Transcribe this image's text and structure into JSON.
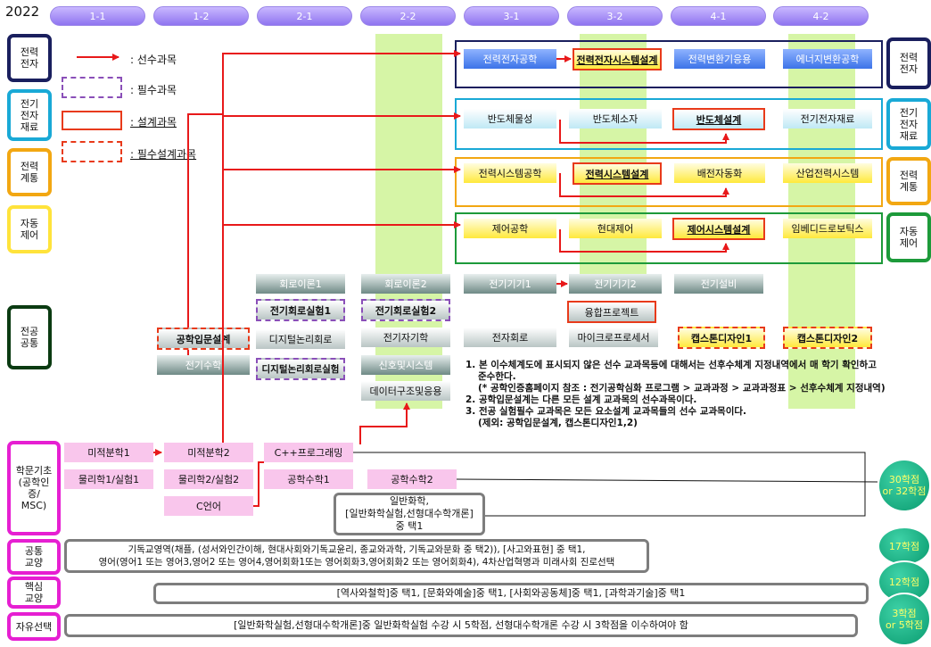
{
  "year": "2022",
  "semesters": [
    "1-1",
    "1-2",
    "2-1",
    "2-2",
    "3-1",
    "3-2",
    "4-1",
    "4-2"
  ],
  "legend": {
    "prereq": ": 선수과목",
    "required": ": 필수과목",
    "design": ": 설계과목",
    "required_design": ": 필수설계과목"
  },
  "left_labels": {
    "power_elec": "전력\n전자",
    "materials": "전기\n전자\n재료",
    "power_sys": "전력\n계통",
    "control": "자동\n제어",
    "major_common": "전공\n공통",
    "basic": "학문기초\n(공학인증/\nMSC)",
    "general": "공통\n교양",
    "core": "핵심\n교양",
    "free": "자유선택"
  },
  "right_labels": {
    "power_elec": "전력\n전자",
    "materials": "전기\n전자\n재료",
    "power_sys": "전력\n계통",
    "control": "자동\n제어"
  },
  "tracks": {
    "power_elec": [
      "전력전자공학",
      "전력전자시스템설계",
      "전력변환기응용",
      "에너지변환공학"
    ],
    "materials": [
      "반도체물성",
      "반도체소자",
      "반도체설계",
      "전기전자재료"
    ],
    "power_sys": [
      "전력시스템공학",
      "전력시스템설계",
      "배전자동화",
      "산업전력시스템"
    ],
    "control": [
      "제어공학",
      "현대제어",
      "제어시스템설계",
      "임베디드로보틱스"
    ]
  },
  "common": {
    "circuit1": "회로이론1",
    "circuit2": "회로이론2",
    "machine1": "전기기기1",
    "machine2": "전기기기2",
    "facility": "전기설비",
    "lab1": "전기회로실험1",
    "lab2": "전기회로실험2",
    "fusion": "융합프로젝트",
    "intro_design": "공학입문설계",
    "digital": "디지털논리회로",
    "em": "전기자기학",
    "elec_circuit": "전자회로",
    "micro": "마이크로프로세서",
    "capstone1": "캡스톤디자인1",
    "capstone2": "캡스톤디자인2",
    "math": "전기수학",
    "digital_lab": "디지털논리회로실험",
    "signals": "신호및시스템",
    "data": "데이터구조및응용"
  },
  "notes": [
    "1. 본 이수체계도에 표시되지 않은 선수 교과목등에 대해서는 선후수체계 지정내역에서 매 학기 확인하고",
    "준수한다.",
    "(* 공학인증홈페이지 참조 : 전기공학심화 프로그램 > 교과과정 > 교과과정표 > 선후수체계 지정내역)",
    "2. 공학입문설계는 다른 모든 설계 교과목의 선수과목이다.",
    "3. 전공 실험필수 교과목은 모든 요소설계 교과목들의 선수 교과목이다.",
    "(제외: 공학입문설계, 캡스톤디자인1,2)"
  ],
  "basic": {
    "calc1": "미적분학1",
    "calc2": "미적분학2",
    "cpp": "C++프로그래밍",
    "phys1": "물리학1/실험1",
    "phys2": "물리학2/실험2",
    "eng_math1": "공학수학1",
    "eng_math2": "공학수학2",
    "clang": "C언어",
    "chem": "일반화학,\n[일반화학실험,선형대수학개론]\n중 택1"
  },
  "general_text": "기독교영역(채플, (성서와인간이해, 현대사회와기독교윤리, 종교와과학, 기독교와문화 중 택2)), [사고와표현] 중 택1,\n영어(영어1 또는 영어3,영어2 또는 영어4,영어회화1또는 영어회화3,영어회화2 또는 영어회화4), 4차산업혁명과 미래사회 진로선택",
  "core_text": "[역사와철학]중 택1, [문화와예술]중 택1, [사회와공동체]중 택1, [과학과기술]중 택1",
  "free_text": "[일반화학실험,선형대수학개론]중 일반화학실험 수강 시 5학점, 선형대수학개론 수강 시 3학점을 이수하여야 함",
  "credits": {
    "basic": "30학점\nor 32학점",
    "general": "17학점",
    "core": "12학점",
    "free": "3학점\nor 5학점"
  },
  "colors": {
    "power_elec": "#1a1f5e",
    "materials": "#19a9d6",
    "power_sys": "#f2a712",
    "control": "#1d9a3a",
    "major_common": "#0b3b12",
    "basic": "#e61fd2",
    "arrow": "#e8191a"
  }
}
